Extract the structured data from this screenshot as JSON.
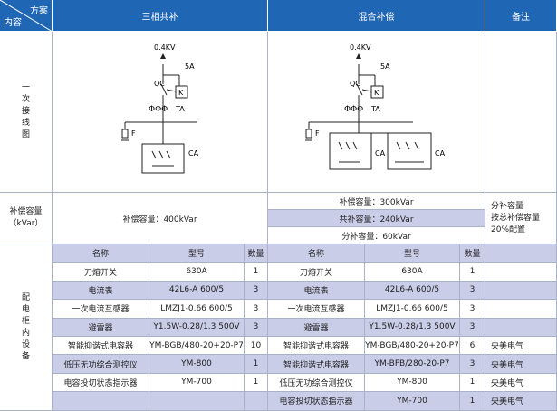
{
  "header": {
    "corner_top": "方案",
    "corner_bottom": "内容",
    "col_sanxiang": "三相共补",
    "col_hunhe": "混合补偿",
    "col_beizhu": "备注"
  },
  "rows": {
    "wiring_label": [
      "一",
      "次",
      "接",
      "线",
      "图"
    ],
    "capacity_label_line1": "补偿容量",
    "capacity_label_line2": "（kVar）",
    "equipment_label": [
      "配",
      "电",
      "柜",
      "内",
      "设",
      "备"
    ]
  },
  "diagram": {
    "voltage": "0.4KV",
    "current": "5A",
    "qc": "QC",
    "k": "K",
    "ta": "TA",
    "phi": "ΦΦΦ",
    "f": "F",
    "ca": "CA"
  },
  "capacity": {
    "sanxiang": "补偿容量：400kVar",
    "hunhe": [
      "补偿容量：300kVar",
      "共补容量：240kVar",
      "分补容量：60kVar"
    ],
    "note": [
      "分补容量",
      "按总补偿容量",
      "20%配置"
    ]
  },
  "equipment": {
    "headers": {
      "name": "名称",
      "model": "型号",
      "qty": "数量"
    },
    "left": [
      {
        "name": "刀熔开关",
        "model": "630A",
        "qty": "1"
      },
      {
        "name": "电流表",
        "model": "42L6-A 600/5",
        "qty": "3"
      },
      {
        "name": "一次电流互感器",
        "model": "LMZJ1-0.66 600/5",
        "qty": "3"
      },
      {
        "name": "避雷器",
        "model": "Y1.5W-0.28/1.3 500V",
        "qty": "3"
      },
      {
        "name": "智能抑谐式电容器",
        "model": "YM-BGB/480-20+20-P7",
        "qty": "10"
      },
      {
        "name": "低压无功综合测控仪",
        "model": "YM-800",
        "qty": "1"
      },
      {
        "name": "电容投切状态指示器",
        "model": "YM-700",
        "qty": "1"
      },
      {
        "name": "",
        "model": "",
        "qty": ""
      }
    ],
    "right": [
      {
        "name": "刀熔开关",
        "model": "630A",
        "qty": "1",
        "note": ""
      },
      {
        "name": "电流表",
        "model": "42L6-A 600/5",
        "qty": "3",
        "note": ""
      },
      {
        "name": "一次电流互感器",
        "model": "LMZJ1-0.66 600/5",
        "qty": "3",
        "note": ""
      },
      {
        "name": "避雷器",
        "model": "Y1.5W-0.28/1.3 500V",
        "qty": "3",
        "note": ""
      },
      {
        "name": "智能抑谐式电容器",
        "model": "YM-BGB/480-20+20-P7",
        "qty": "6",
        "note": "央美电气"
      },
      {
        "name": "智能抑谐式电容器",
        "model": "YM-BFB/280-20-P7",
        "qty": "3",
        "note": "央美电气"
      },
      {
        "name": "低压无功综合测控仪",
        "model": "YM-800",
        "qty": "1",
        "note": "央美电气"
      },
      {
        "name": "电容投切状态指示器",
        "model": "YM-700",
        "qty": "1",
        "note": "央美电气"
      }
    ]
  }
}
